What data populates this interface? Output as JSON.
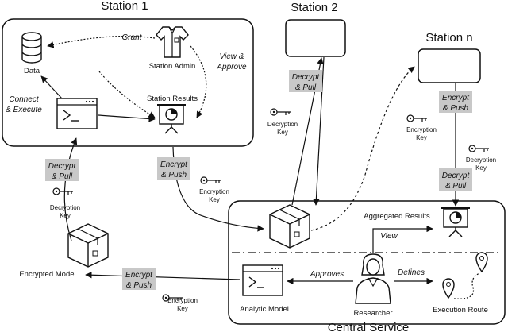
{
  "stations": {
    "s1_title": "Station 1",
    "s2_title": "Station 2",
    "sn_title": "Station n",
    "central_title": "Central Service"
  },
  "labels": {
    "data": "Data",
    "station_admin": "Station Admin",
    "station_results": "Station Results",
    "grant": "Grant",
    "view_approve_1": "View &",
    "view_approve_2": "Approve",
    "connect_1": "Connect",
    "connect_2": "& Execute",
    "aggregated_results": "Aggregated Results",
    "view": "View",
    "approves": "Approves",
    "defines": "Defines",
    "analytic_model": "Analytic Model",
    "researcher": "Researcher",
    "execution_route": "Execution Route",
    "encrypted_model": "Encrypted Model"
  },
  "badges": {
    "decrypt": "Decrypt",
    "pull": "& Pull",
    "encrypt": "Encrypt",
    "push": "& Push"
  },
  "keys": {
    "line1": "Decryption",
    "line2": "Key",
    "enc1": "Encryption",
    "enc2": "Key"
  },
  "colors": {
    "badge_bg": "#c8c8c8",
    "stroke": "#111111"
  }
}
